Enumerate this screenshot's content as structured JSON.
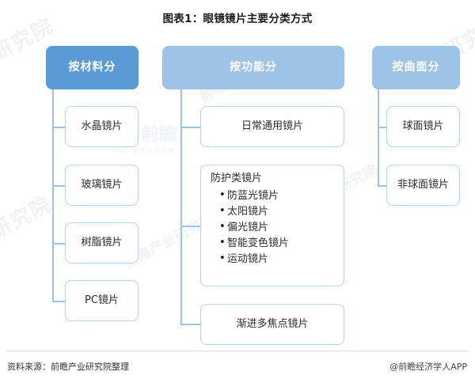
{
  "title": "图表1：眼镜镜片主要分类方式",
  "colors": {
    "header_dark": "#5B9BD5",
    "header_light": "#9DC3E6",
    "box_border": "#b8d4ee",
    "connector": "#9DC3E6",
    "text": "#2b2b2b"
  },
  "watermarks": {
    "left_top": "研究院",
    "left_mid": "研究院",
    "right_top": "研究院",
    "center_brand": "前瞻",
    "center_sub": "中国产业咨询领导者",
    "diag_1": "前瞻产业研究院",
    "diag_2": "前瞻产业研究院",
    "diag_3": "前瞻产业研究院"
  },
  "columns": [
    {
      "id": "material",
      "header": "按材料分",
      "header_style": "dark",
      "items": [
        {
          "label": "水晶镜片"
        },
        {
          "label": "玻璃镜片"
        },
        {
          "label": "树脂镜片"
        },
        {
          "label": "PC镜片"
        }
      ]
    },
    {
      "id": "function",
      "header": "按功能分",
      "header_style": "light",
      "items": [
        {
          "label": "日常通用镜片"
        },
        {
          "label": "防护类镜片",
          "bullets": [
            "防蓝光镜片",
            "太阳镜片",
            "偏光镜片",
            "智能变色镜片",
            "运动镜片"
          ]
        },
        {
          "label": "渐进多焦点镜片"
        }
      ]
    },
    {
      "id": "surface",
      "header": "按曲面分",
      "header_style": "light",
      "items": [
        {
          "label": "球面镜片"
        },
        {
          "label": "非球面镜片"
        }
      ]
    }
  ],
  "footer": {
    "source": "资料来源：前瞻产业研究院整理",
    "credit": "@前瞻经济学人APP"
  }
}
